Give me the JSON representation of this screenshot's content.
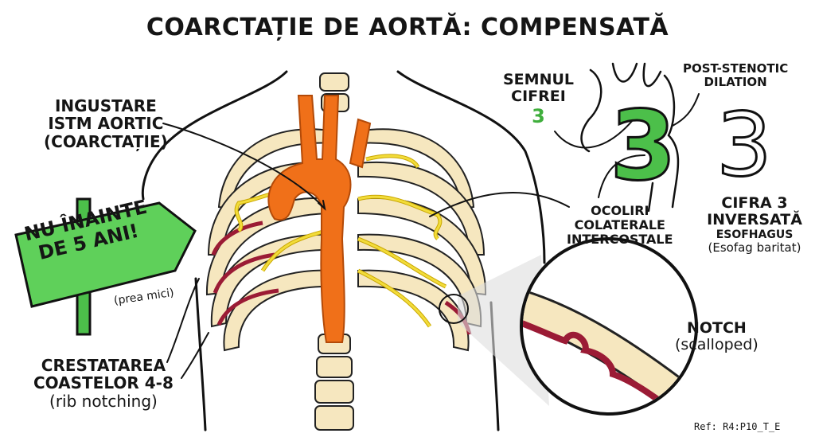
{
  "title": "COARCTAȚIE DE AORTĂ: COMPENSATĂ",
  "labels": {
    "ingustare": [
      "INGUSTARE",
      "ISTM AORTIC",
      "(COARCTAȚIE)"
    ],
    "sign": {
      "line1": "NU ÎNAINTE",
      "line2": "DE 5 ANI!",
      "note": "(prea mici)"
    },
    "crestatarea": [
      "CRESTATAREA",
      "COASTELOR 4-8",
      "(rib notching)"
    ],
    "semnul": [
      "SEMNUL",
      "CIFREI",
      "3"
    ],
    "post_stenotic": [
      "POST-STENOTIC",
      "DILATION"
    ],
    "ocoliri": [
      "OCOLIRI",
      "COLATERALE",
      "INTERCOSTALE"
    ],
    "cifra": [
      "CIFRA 3",
      "INVERSATĂ",
      "ESOFHAGUS",
      "(Esofag baritat)"
    ],
    "notch": [
      "NOTCH",
      "(scalloped)"
    ],
    "ref": "Ref: R4:P10_T_E"
  },
  "colors": {
    "aorta": "#f07019",
    "rib": "#f6e7bf",
    "collateral": "#f2dc3a",
    "notch": "#9b1b35",
    "green": "#4cbf4a"
  }
}
